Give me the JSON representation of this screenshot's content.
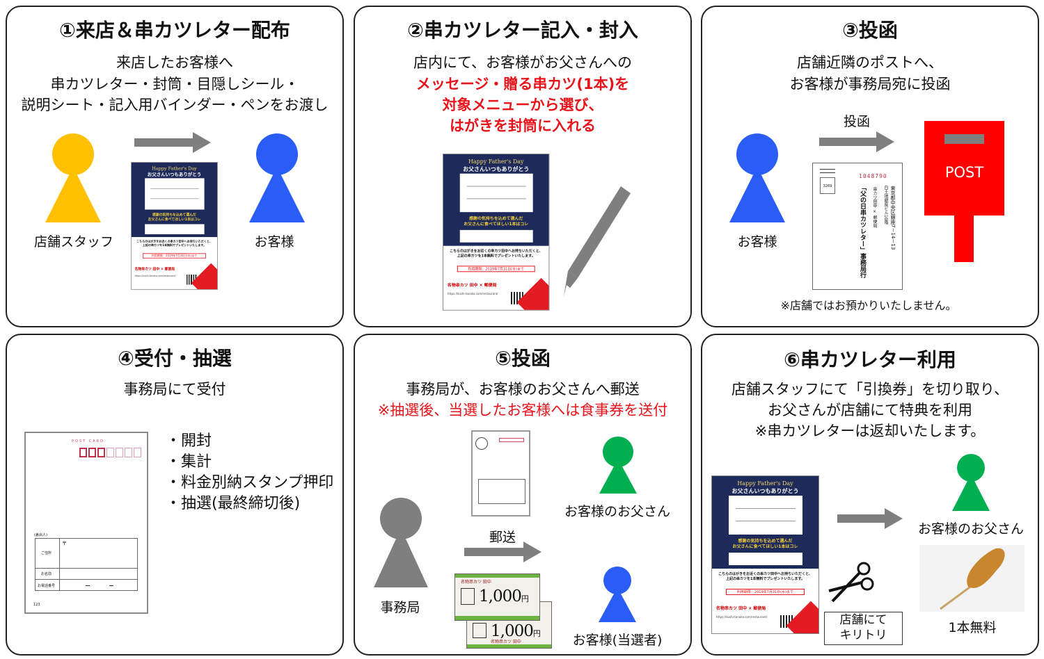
{
  "colors": {
    "staff": "#ffc000",
    "customer": "#2a5cf6",
    "father": "#00b050",
    "office": "#7f7f7f",
    "accent_red": "#e8141b",
    "post": "#ff0000",
    "navy": "#1d2a5a"
  },
  "panel1": {
    "title": "①来店＆串カツレター配布",
    "lines": [
      "来店したお客様へ",
      "串カツレター・封筒・目隠しシール・",
      "説明シート・記入用バインダー・ペンをお渡し"
    ],
    "staff_label": "店舗スタッフ",
    "customer_label": "お客様"
  },
  "panel2": {
    "title": "②串カツレター記入・封入",
    "line1": "店内にて、お客様がお父さんへの",
    "red_lines": [
      "メッセージ・贈る串カツ(1本)を",
      "対象メニューから選び、",
      "はがきを封筒に入れる"
    ]
  },
  "panel3": {
    "title": "③投函",
    "lines": [
      "店舗近隣のポストへ、",
      "お客様が事務局宛に投函"
    ],
    "customer_label": "お客様",
    "arrow_label": "投函",
    "post_label": "POST",
    "note": "※店舗ではお預かりいたしません。",
    "envelope": {
      "postcode": "1048790",
      "address": "東京都中央区銀座7－14－13",
      "building": "日土地銀座ビル10階",
      "to1": "串カツ田中 × 郵便局",
      "to2": "「父の日串カツレター」事務局行",
      "stamp": "3269"
    }
  },
  "panel4": {
    "title": "④受付・抽選",
    "line1": "事務局にて受付",
    "bullets": [
      "・開封",
      "・集計",
      "・料金別納スタンプ押印",
      "・抽選(最終締切後)"
    ],
    "postcard": {
      "header": "POST CARD",
      "sender": "(差出人)",
      "address": "ご住所",
      "name": "お名前",
      "phone": "お電話番号",
      "zip_mark": "〒",
      "num": "123"
    }
  },
  "panel5": {
    "title": "⑤投函",
    "line1": "事務局が、お客様のお父さんへ郵送",
    "red_line": "※抽選後、当選したお客様へは食事券を送付",
    "father_label": "お客様のお父さん",
    "office_label": "事務局",
    "arrow_label": "郵送",
    "winner_label": "お客様(当選者)",
    "voucher": {
      "brand": "名物串カツ 田中",
      "amount": "1,000",
      "unit": "円"
    }
  },
  "panel6": {
    "title": "⑥串カツレター利用",
    "lines": [
      "店舗スタッフにて「引換券」を切り取り、",
      "お父さんが店舗にて特典を利用",
      "※串カツレターは返却いたします。"
    ],
    "father_label": "お客様のお父さん",
    "free_label": "1本無料",
    "cut_label": [
      "店舗にて",
      "キリトリ"
    ]
  },
  "letter": {
    "hfd": "Happy Father's Day",
    "thanks": "お父さんいつもありがとう",
    "yellow": [
      "感謝の気持ちを込めて選んだ",
      "お父さんに食べてほしい1本はコレ"
    ],
    "lower": [
      "こちらのはがきをお近くの串カツ田中へお持ちいただくと、",
      "上記の串カツを1本無料でプレゼントいたします。"
    ],
    "deadline": "利用期限：2019年7月31日(水)まで",
    "logos": "名物串カツ 田中 × 郵便局",
    "note": "https://kushi-tanaka.com/restaurant/"
  }
}
